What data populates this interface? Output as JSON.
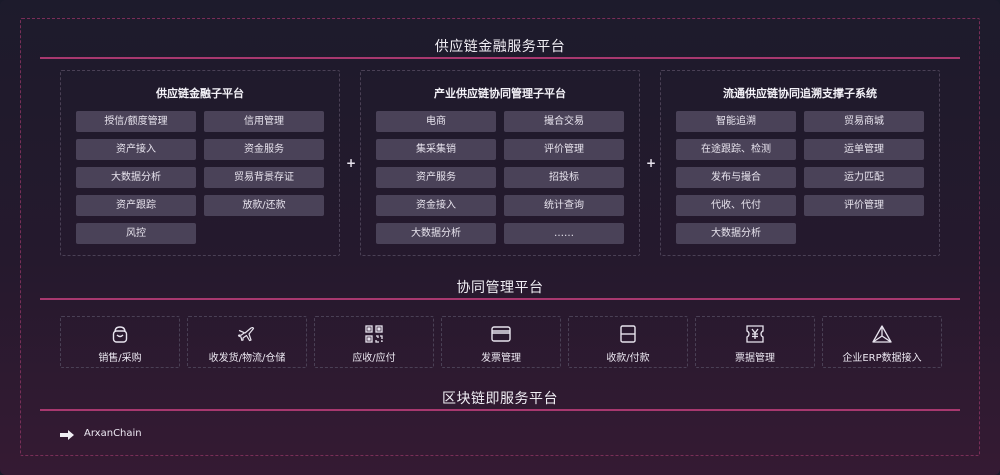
{
  "colors": {
    "accent": "#a8386f",
    "chip": "#4a4258",
    "border": "#4a4055"
  },
  "platform": {
    "title": "供应链金融服务平台",
    "subs": [
      {
        "title": "供应链金融子平台",
        "items": [
          "授信/额度管理",
          "信用管理",
          "资产接入",
          "资金服务",
          "大数据分析",
          "贸易背景存证",
          "资产跟踪",
          "放款/还款",
          "风控"
        ]
      },
      {
        "title": "产业供应链协同管理子平台",
        "items": [
          "电商",
          "撮合交易",
          "集采集销",
          "评价管理",
          "资产服务",
          "招投标",
          "资金接入",
          "统计查询",
          "大数据分析",
          "……"
        ]
      },
      {
        "title": "流通供应链协同追溯支撑子系统",
        "items": [
          "智能追溯",
          "贸易商城",
          "在途跟踪、检测",
          "运单管理",
          "发布与撮合",
          "运力匹配",
          "代收、代付",
          "评价管理",
          "大数据分析"
        ]
      }
    ],
    "plus": "+"
  },
  "collab": {
    "title": "协同管理平台",
    "modules": [
      {
        "label": "销售/采购",
        "icon": "shopping-bag-icon"
      },
      {
        "label": "收发货/物流/仓储",
        "icon": "airplane-icon"
      },
      {
        "label": "应收/应付",
        "icon": "qr-code-icon"
      },
      {
        "label": "发票管理",
        "icon": "invoice-card-icon"
      },
      {
        "label": "收款/付款",
        "icon": "payment-card-icon"
      },
      {
        "label": "票据管理",
        "icon": "yen-ticket-icon"
      },
      {
        "label": "企业ERP数据接入",
        "icon": "triangle-network-icon"
      }
    ]
  },
  "blockchain": {
    "title": "区块链即服务平台",
    "item": "ArxanChain",
    "icon": "arrow-right-icon"
  }
}
